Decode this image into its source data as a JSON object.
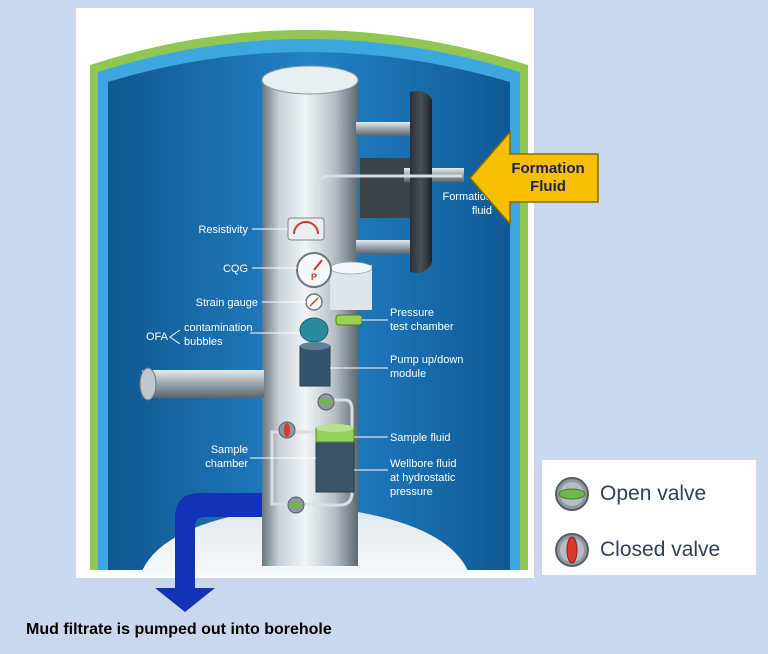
{
  "labels": {
    "resistivity": "Resistivity",
    "cqg": "CQG",
    "strain_gauge": "Strain gauge",
    "ofa": "OFA",
    "contamination": "contamination",
    "bubbles": "bubbles",
    "pressure_test_1": "Pressure",
    "pressure_test_2": "test chamber",
    "pump_1": "Pump up/down",
    "pump_2": "module",
    "sample_fluid": "Sample fluid",
    "sample_chamber_1": "Sample",
    "sample_chamber_2": "chamber",
    "wellbore_1": "Wellbore fluid",
    "wellbore_2": "at hydrostatic",
    "wellbore_3": "pressure",
    "formation_fluid_1": "Formation",
    "formation_fluid_2": "fluid",
    "gauge_letter": "P"
  },
  "callout": {
    "line1": "Formation",
    "line2": "Fluid",
    "color": "#f6c000"
  },
  "legend": {
    "open_valve": "Open valve",
    "closed_valve": "Closed valve",
    "open_color": "#6fb74a",
    "closed_color": "#d93a2b"
  },
  "caption": "Mud filtrate is pumped out into borehole",
  "colors": {
    "background": "#c9d8ee",
    "borehole_wall": "#8fc654",
    "borehole_fluid": "#1f74b8",
    "outflow_arrow": "#1531b6"
  }
}
